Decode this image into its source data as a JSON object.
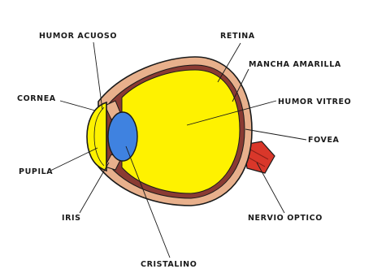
{
  "colors": {
    "background": "#ffffff",
    "outline": "#1a1a1a",
    "sclera": "#e8b08c",
    "choroid": "#8a3b33",
    "vitreous": "#fef200",
    "lens": "#3f82e0",
    "optic_nerve": "#d9372a"
  },
  "labels": {
    "humor_acuoso": "HUMOR ACUOSO",
    "retina": "RETINA",
    "mancha_amarilla": "MANCHA AMARILLA",
    "cornea": "CORNEA",
    "humor_vitreo": "HUMOR VITREO",
    "fovea": "FOVEA",
    "pupila": "PUPILA",
    "iris": "IRIS",
    "nervio_optico": "NERVIO OPTICO",
    "cristalino": "CRISTALINO"
  }
}
